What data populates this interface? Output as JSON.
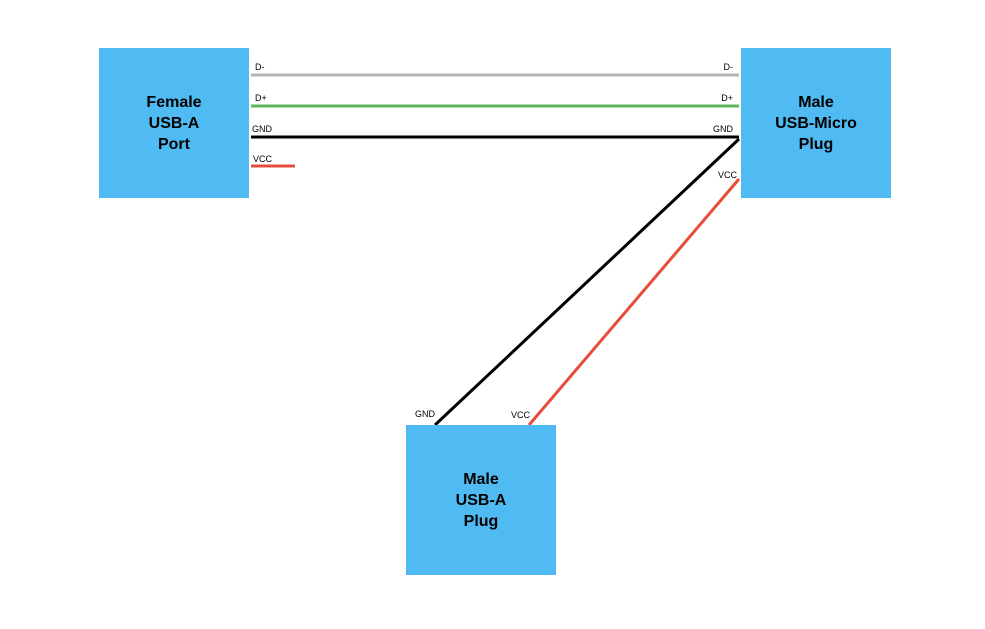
{
  "colors": {
    "box_fill": "#50bbf2",
    "wire_d_minus": "#b4b4b4",
    "wire_d_plus": "#5cb85c",
    "wire_gnd": "#000000",
    "wire_vcc": "#e74c3c"
  },
  "boxes": {
    "female_usb_a": {
      "label": "Female\nUSB-A\nPort"
    },
    "male_usb_micro": {
      "label": "Male\nUSB-Micro\nPlug"
    },
    "male_usb_a": {
      "label": "Male\nUSB-A\nPlug"
    }
  },
  "pins": {
    "female_d_minus": "D-",
    "female_d_plus": "D+",
    "female_gnd": "GND",
    "female_vcc": "VCC",
    "micro_d_minus": "D-",
    "micro_d_plus": "D+",
    "micro_gnd": "GND",
    "micro_vcc": "VCC",
    "male_a_gnd": "GND",
    "male_a_vcc": "VCC"
  }
}
